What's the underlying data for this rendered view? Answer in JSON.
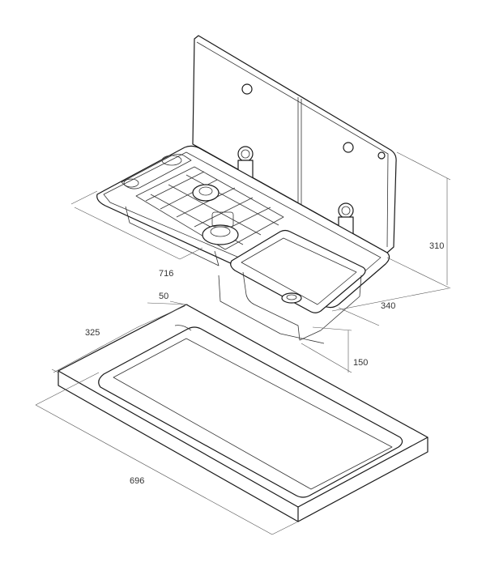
{
  "dimensions": {
    "overall_length": "716",
    "height_with_lid": "310",
    "depth": "340",
    "sink_depth": "150",
    "cutout_margin": "50",
    "cutout_width": "325",
    "cutout_length": "696"
  },
  "colors": {
    "line": "#1a1a1a",
    "dimension_line": "#555555",
    "background": "#ffffff"
  }
}
